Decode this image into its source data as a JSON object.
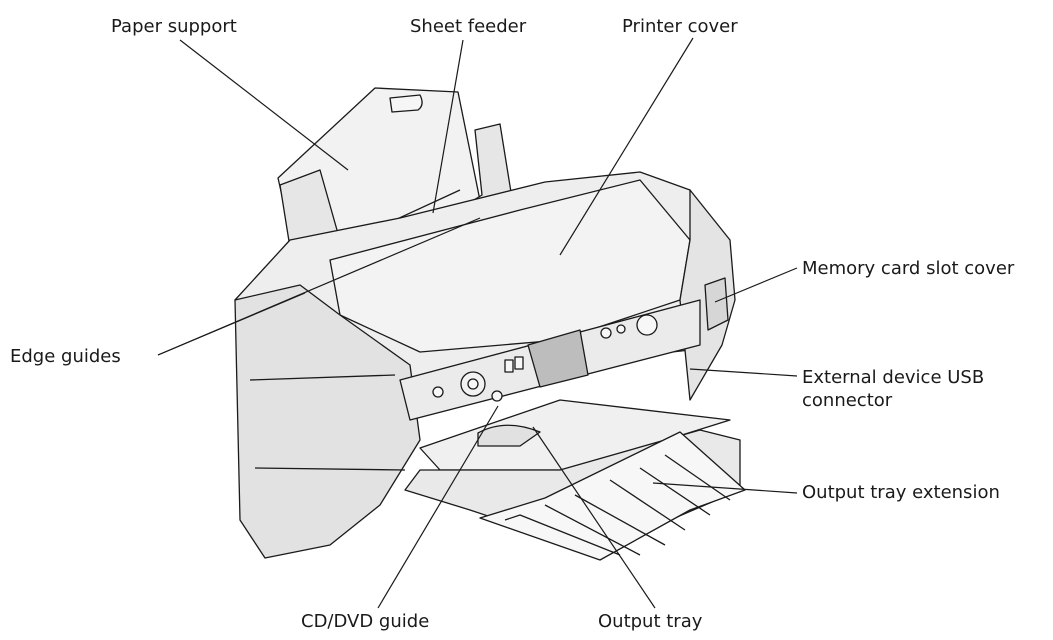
{
  "labels": {
    "paper_support": "Paper support",
    "sheet_feeder": "Sheet feeder",
    "printer_cover": "Printer cover",
    "memory_card_slot_cover": "Memory card slot cover",
    "edge_guides": "Edge guides",
    "usb_line1": "External device USB",
    "usb_line2": "connector",
    "output_tray_extension": "Output tray extension",
    "cd_dvd_guide": "CD/DVD guide",
    "output_tray": "Output tray"
  },
  "colors": {
    "line": "#1a1a1a",
    "body_fill": "#eeeeee",
    "shade": "#d9d9d9",
    "screen": "#bdbdbd"
  }
}
